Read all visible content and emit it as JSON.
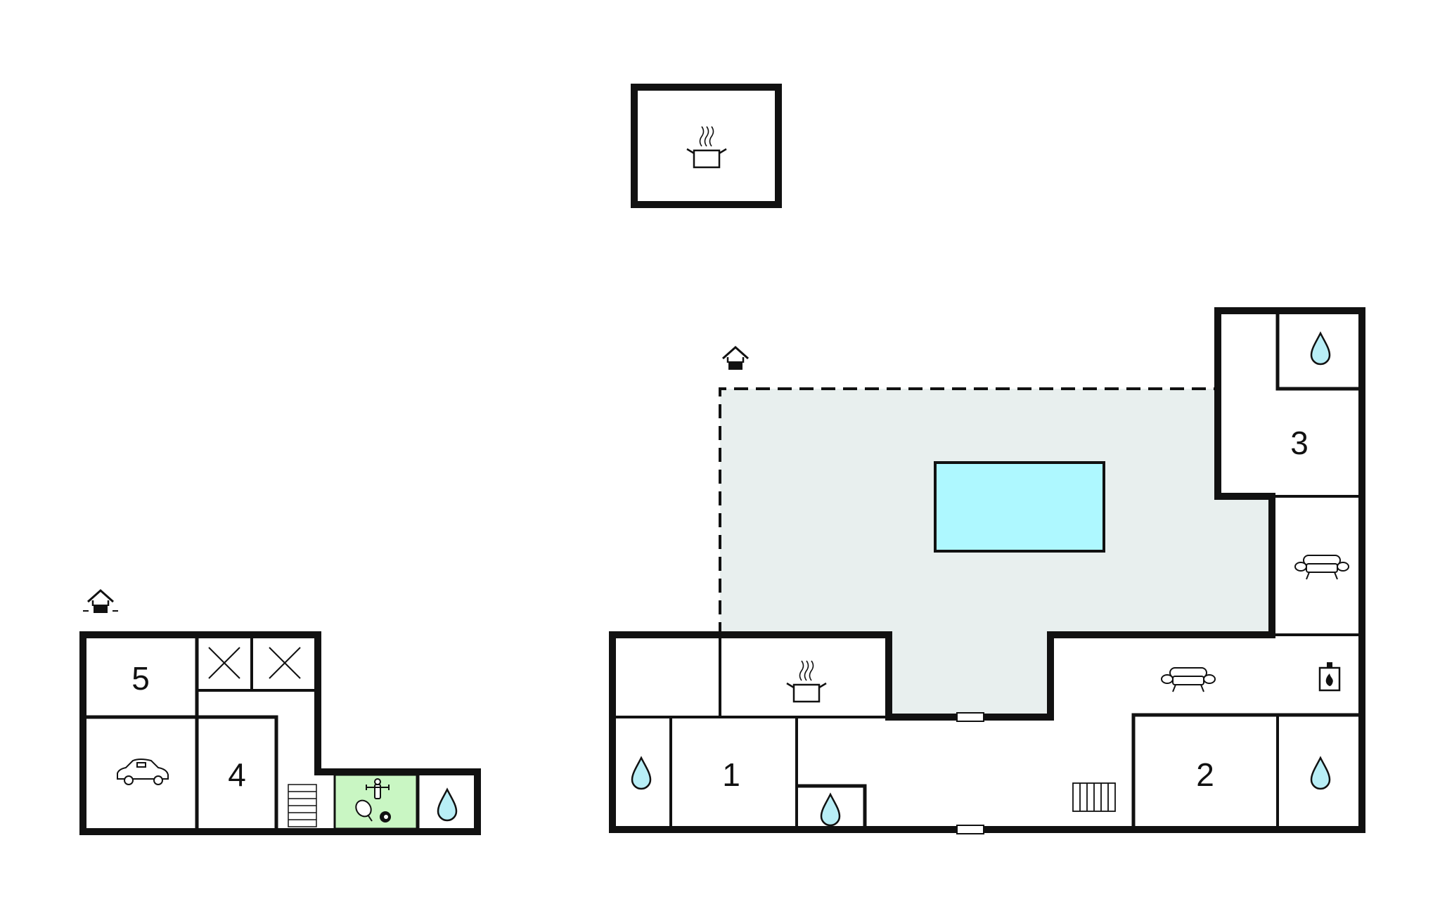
{
  "colors": {
    "wall": "#111111",
    "pool": "#aef8ff",
    "terrace": "#e8efee",
    "game_room": "#c9f6c3",
    "water_drop": "#b8eef6"
  },
  "rooms": [
    {
      "id": "bedroom-1",
      "label": "1"
    },
    {
      "id": "bedroom-2",
      "label": "2"
    },
    {
      "id": "bedroom-3",
      "label": "3"
    },
    {
      "id": "bedroom-4",
      "label": "4"
    },
    {
      "id": "bedroom-5",
      "label": "5"
    }
  ],
  "icons": [
    "kitchen-pot-icon",
    "bathroom-drop-icon",
    "sofa-icon",
    "fireplace-icon",
    "radiator-icon",
    "car-icon",
    "stairs-icon",
    "foosball-icon",
    "table-tennis-icon",
    "billiards-icon",
    "storage-cross-icon",
    "well-icon"
  ]
}
